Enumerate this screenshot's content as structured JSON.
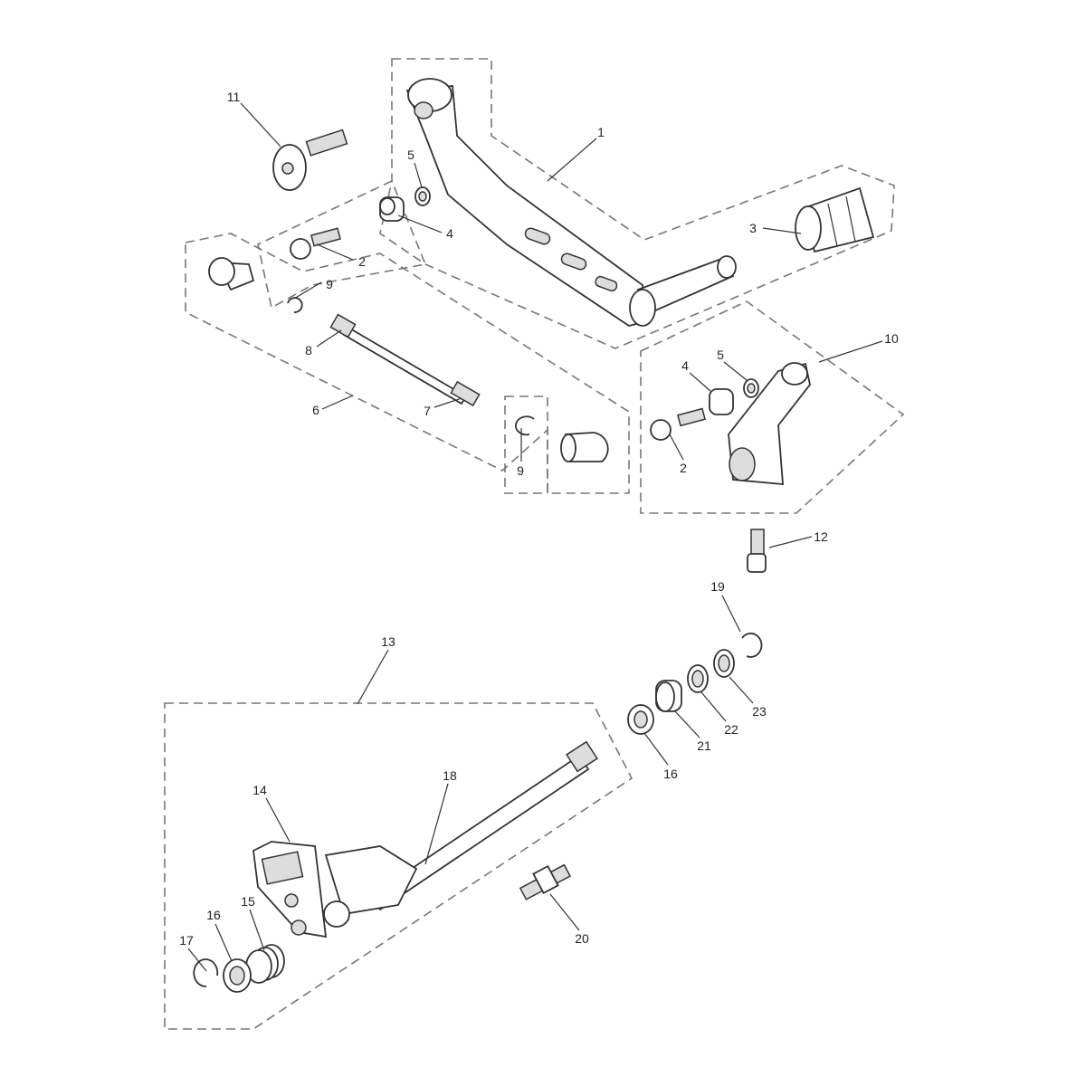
{
  "title": "Gear change lever exploded parts diagram",
  "callouts": {
    "c1": "1",
    "c2a": "2",
    "c2b": "2",
    "c3": "3",
    "c4a": "4",
    "c4b": "4",
    "c5a": "5",
    "c5b": "5",
    "c6": "6",
    "c7": "7",
    "c8": "8",
    "c9a": "9",
    "c9b": "9",
    "c10": "10",
    "c11": "11",
    "c12": "12",
    "c13": "13",
    "c14": "14",
    "c15": "15",
    "c16a": "16",
    "c16b": "16",
    "c17": "17",
    "c18": "18",
    "c19": "19",
    "c20": "20",
    "c21": "21",
    "c22": "22",
    "c23": "23"
  }
}
